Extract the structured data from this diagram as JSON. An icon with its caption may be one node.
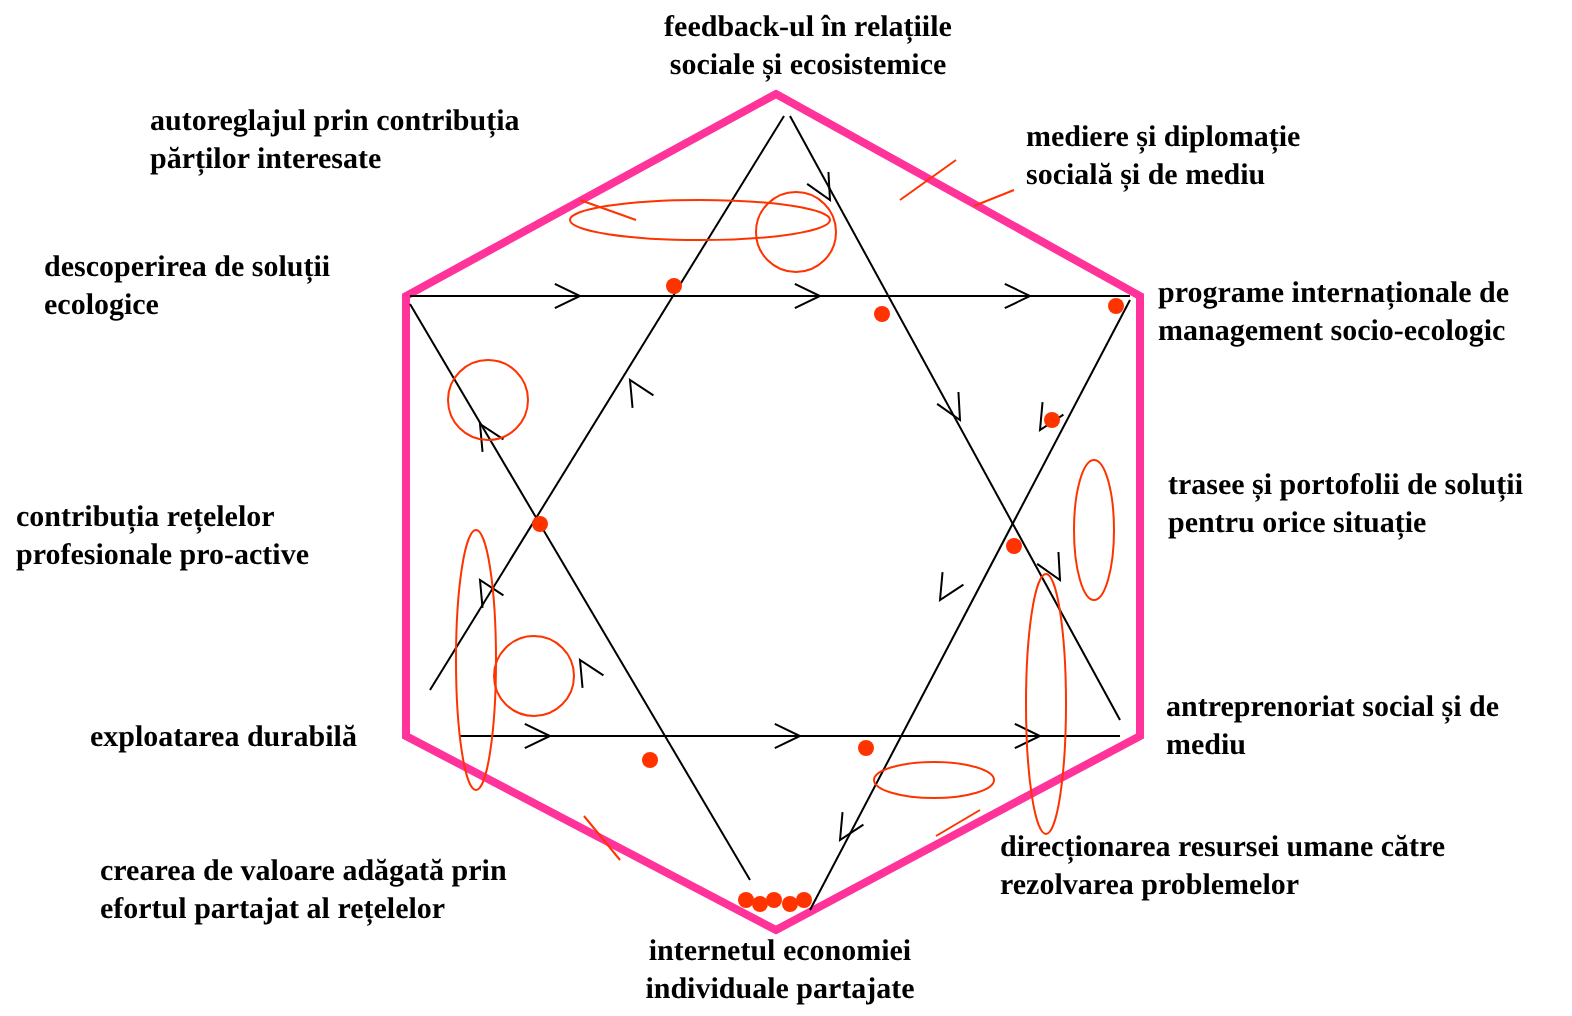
{
  "diagram": {
    "labels": [
      "feedback-ul în relațiile sociale și ecosistemice",
      "autoreglajul prin contribuția părților interesate",
      "mediere și diplomație socială și de mediu",
      "descoperirea de soluții ecologice",
      "programe internaționale de management socio-ecologic",
      "trasee și portofolii de soluții pentru orice situație",
      "contribuția rețelelor profesionale pro-active",
      "antreprenoriat social și de mediu",
      "exploatarea durabilă",
      "crearea de valoare adăgată prin efortul partajat al rețelelor",
      "direcționarea resursei umane către rezolvarea problemelor",
      "internetul economiei individuale partajate"
    ]
  }
}
